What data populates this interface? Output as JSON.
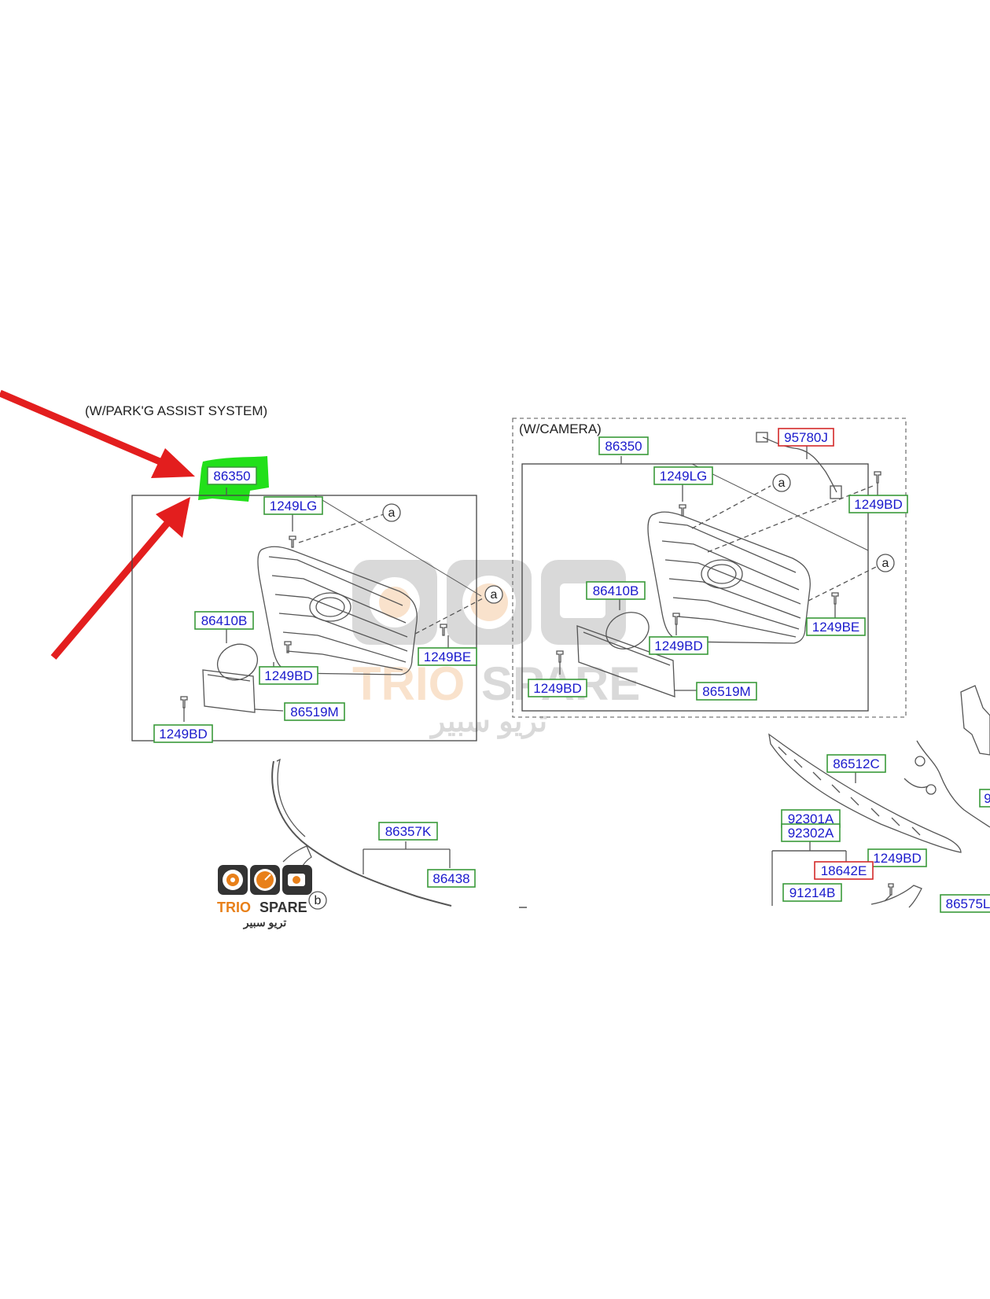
{
  "colors": {
    "part_label_text": "#1a1acc",
    "part_box_normal": "#3a9a3a",
    "part_box_flagged": "#d42a2a",
    "highlight": "#22e01a",
    "arrow": "#e31e1e",
    "line_art": "#555555"
  },
  "sections": {
    "park_assist_title": "(W/PARK'G ASSIST SYSTEM)",
    "camera_title": "(W/CAMERA)"
  },
  "link_markers": {
    "a": "a",
    "b": "b"
  },
  "part_labels": {
    "park_grille": "86350",
    "park_screw_lg": "1249LG",
    "park_emblem": "86410B",
    "park_screw_be": "1249BE",
    "park_screw_bd_emblem": "1249BD",
    "park_plate": "86519M",
    "park_screw_bd_plate": "1249BD",
    "cam_grille": "86350",
    "cam_screw_lg": "1249LG",
    "cam_camera_harness": "95780J",
    "cam_screw_bd_harness": "1249BD",
    "cam_emblem": "86410B",
    "cam_screw_be": "1249BE",
    "cam_screw_bd_emblem": "1249BD",
    "cam_screw_bd_plate": "1249BD",
    "cam_plate": "86519M",
    "bottom_moulding": "86357K",
    "bottom_clip": "86438",
    "lower_grille": "86512C",
    "fog_lamp_lh": "92301A",
    "fog_lamp_rh": "92302A",
    "lower_screw_bd": "1249BD",
    "fog_bulb": "18642E",
    "fog_harness": "91214B",
    "right_part": "86575L",
    "cut_part": "9"
  },
  "watermark": {
    "brand_trio": "TRIO",
    "brand_spare": "SPARE",
    "brand_arabic": "تريو سبير"
  },
  "logo": {
    "brand_trio": "TRIO",
    "brand_spare": "SPARE",
    "brand_arabic": "تريو سبير"
  }
}
